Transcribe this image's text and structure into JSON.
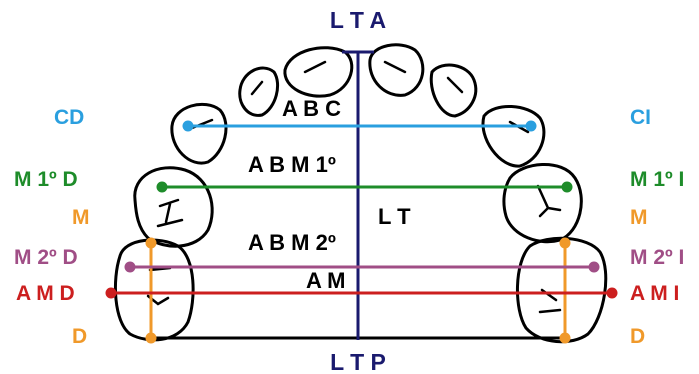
{
  "colors": {
    "midline": "#1a1a6e",
    "canine": "#2a9fdf",
    "first_molar": "#1e8c2a",
    "mesial_distal": "#f0992a",
    "second_molar": "#a04e86",
    "arch_depth": "#cc1f1f",
    "outline": "#000000"
  },
  "labels": {
    "lta": "L T A",
    "ltp": "L T P",
    "lt": "L T",
    "abc": "A B C",
    "abm1": "A B M 1º",
    "abm2": "A B M 2º",
    "am": "A M",
    "left": {
      "cd": "CD",
      "m1": "M 1º D",
      "m": "M",
      "m2": "M 2º D",
      "amd": "A M D",
      "d": "D"
    },
    "right": {
      "ci": "CI",
      "m1": "M 1º I",
      "m": "M",
      "m2": "M 2º I",
      "ami": "A M I",
      "d": "D"
    }
  },
  "icons": [
    "tooth-outline-icon",
    "measurement-point-icon"
  ]
}
